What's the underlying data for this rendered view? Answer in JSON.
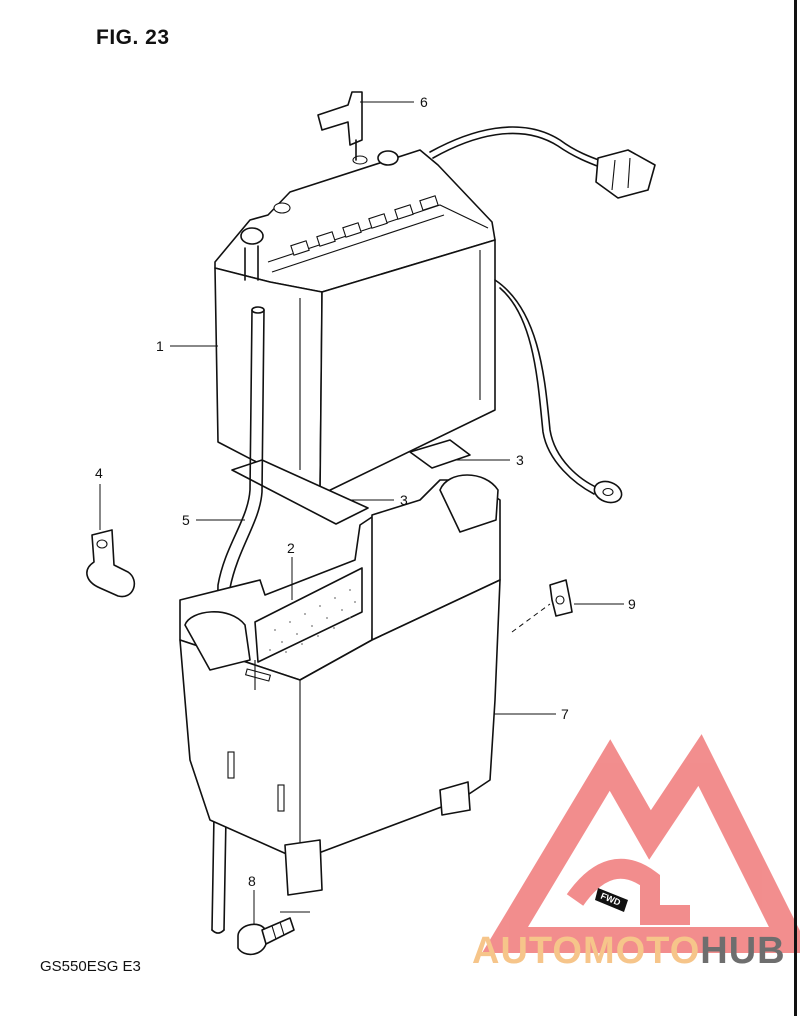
{
  "figure": {
    "title": "FIG. 23",
    "model_code": "GS550ESG  E3"
  },
  "callouts": [
    {
      "id": "1",
      "label": "1"
    },
    {
      "id": "2",
      "label": "2"
    },
    {
      "id": "3a",
      "label": "3"
    },
    {
      "id": "3b",
      "label": "3"
    },
    {
      "id": "4",
      "label": "4"
    },
    {
      "id": "5",
      "label": "5"
    },
    {
      "id": "6",
      "label": "6"
    },
    {
      "id": "7",
      "label": "7"
    },
    {
      "id": "8",
      "label": "8"
    },
    {
      "id": "9",
      "label": "9"
    }
  ],
  "direction_tag": "FWD",
  "watermark": {
    "part_a": "AUTOMOTO",
    "part_b": "HUB",
    "color_a": "#f6c58a",
    "color_b": "#6e6e6e",
    "triangle_color": "#f07a7a"
  }
}
